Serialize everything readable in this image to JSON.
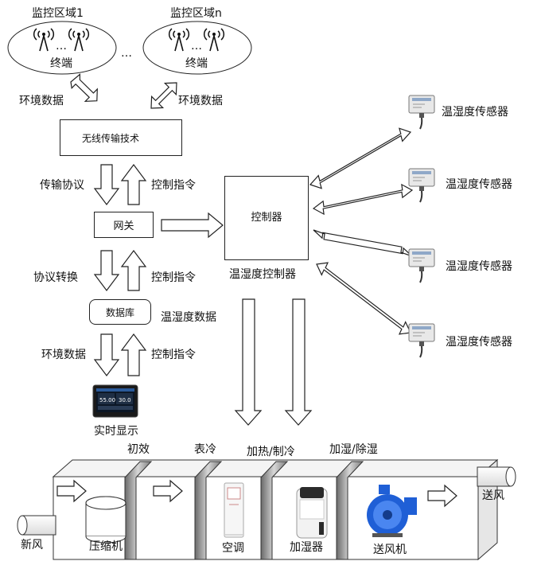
{
  "zones": {
    "zone1": "监控区域1",
    "zonen": "监控区域n",
    "ellipsis": "…",
    "terminal": "终端"
  },
  "links": {
    "env_data": "环境数据",
    "transfer_protocol": "传输协议",
    "control_cmd": "控制指令",
    "protocol_convert": "协议转换",
    "th_data": "温湿度数据"
  },
  "nodes": {
    "wireless": "无线传输技术",
    "gateway": "网关",
    "database": "数据库",
    "realtime": "实时显示",
    "controller": "控制器",
    "th_controller": "温湿度控制器",
    "sensor": "温湿度传感器"
  },
  "display": {
    "v1": "55.00",
    "v2": "30.0"
  },
  "ahu": {
    "stages": {
      "primary": "初效",
      "surface_cool": "表冷",
      "heat_cool": "加热/制冷",
      "humidify": "加湿/除湿"
    },
    "components": {
      "fresh_air": "新风",
      "compressor": "压缩机",
      "aircon": "空调",
      "humidifier": "加湿器",
      "blower": "送风机",
      "supply_air": "送风"
    }
  },
  "colors": {
    "line": "#222222",
    "blower": "#1f5fd6",
    "screen": "#1a1a1a"
  }
}
